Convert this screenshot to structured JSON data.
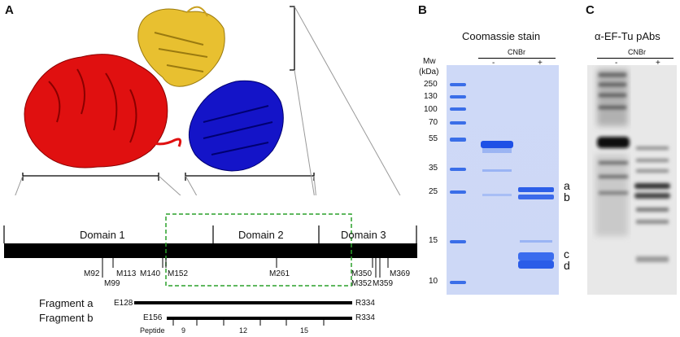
{
  "panels": {
    "a": "A",
    "b": "B",
    "c": "C"
  },
  "panel_a": {
    "domains": [
      "Domain 1",
      "Domain 2",
      "Domain 3"
    ],
    "methionines": [
      "M92",
      "M99",
      "M113",
      "M140",
      "M152",
      "M261",
      "M350",
      "M352",
      "M359",
      "M369"
    ],
    "fragment_a": {
      "label": "Fragment a",
      "start": "E128",
      "end": "R334"
    },
    "fragment_b": {
      "label": "Fragment b",
      "start": "E156",
      "end": "R334"
    },
    "peptide": {
      "label": "Peptide",
      "numbers": [
        "9",
        "12",
        "15"
      ]
    },
    "colors": {
      "domain1": "#e01010",
      "domain2": "#e8c030",
      "domain3": "#1414c8",
      "highlight_box": "#2aa02a"
    }
  },
  "panel_b": {
    "title": "Coomassie stain",
    "treatment": "CNBr",
    "minus": "-",
    "plus": "+",
    "mw_label": "Mw (kDa)",
    "mw_label_line1": "Mw",
    "mw_label_line2": "(kDa)",
    "markers": [
      "250",
      "130",
      "100",
      "70",
      "55",
      "35",
      "25",
      "15",
      "10"
    ],
    "bands": [
      "a",
      "b",
      "c",
      "d"
    ],
    "colors": {
      "gel": "#c8d8ff",
      "band": "#1e50e6"
    }
  },
  "panel_c": {
    "title": "α-EF-Tu pAbs",
    "treatment": "CNBr",
    "minus": "-",
    "plus": "+",
    "colors": {
      "blot": "#e6e6e6",
      "band": "#0a0a0a"
    }
  }
}
